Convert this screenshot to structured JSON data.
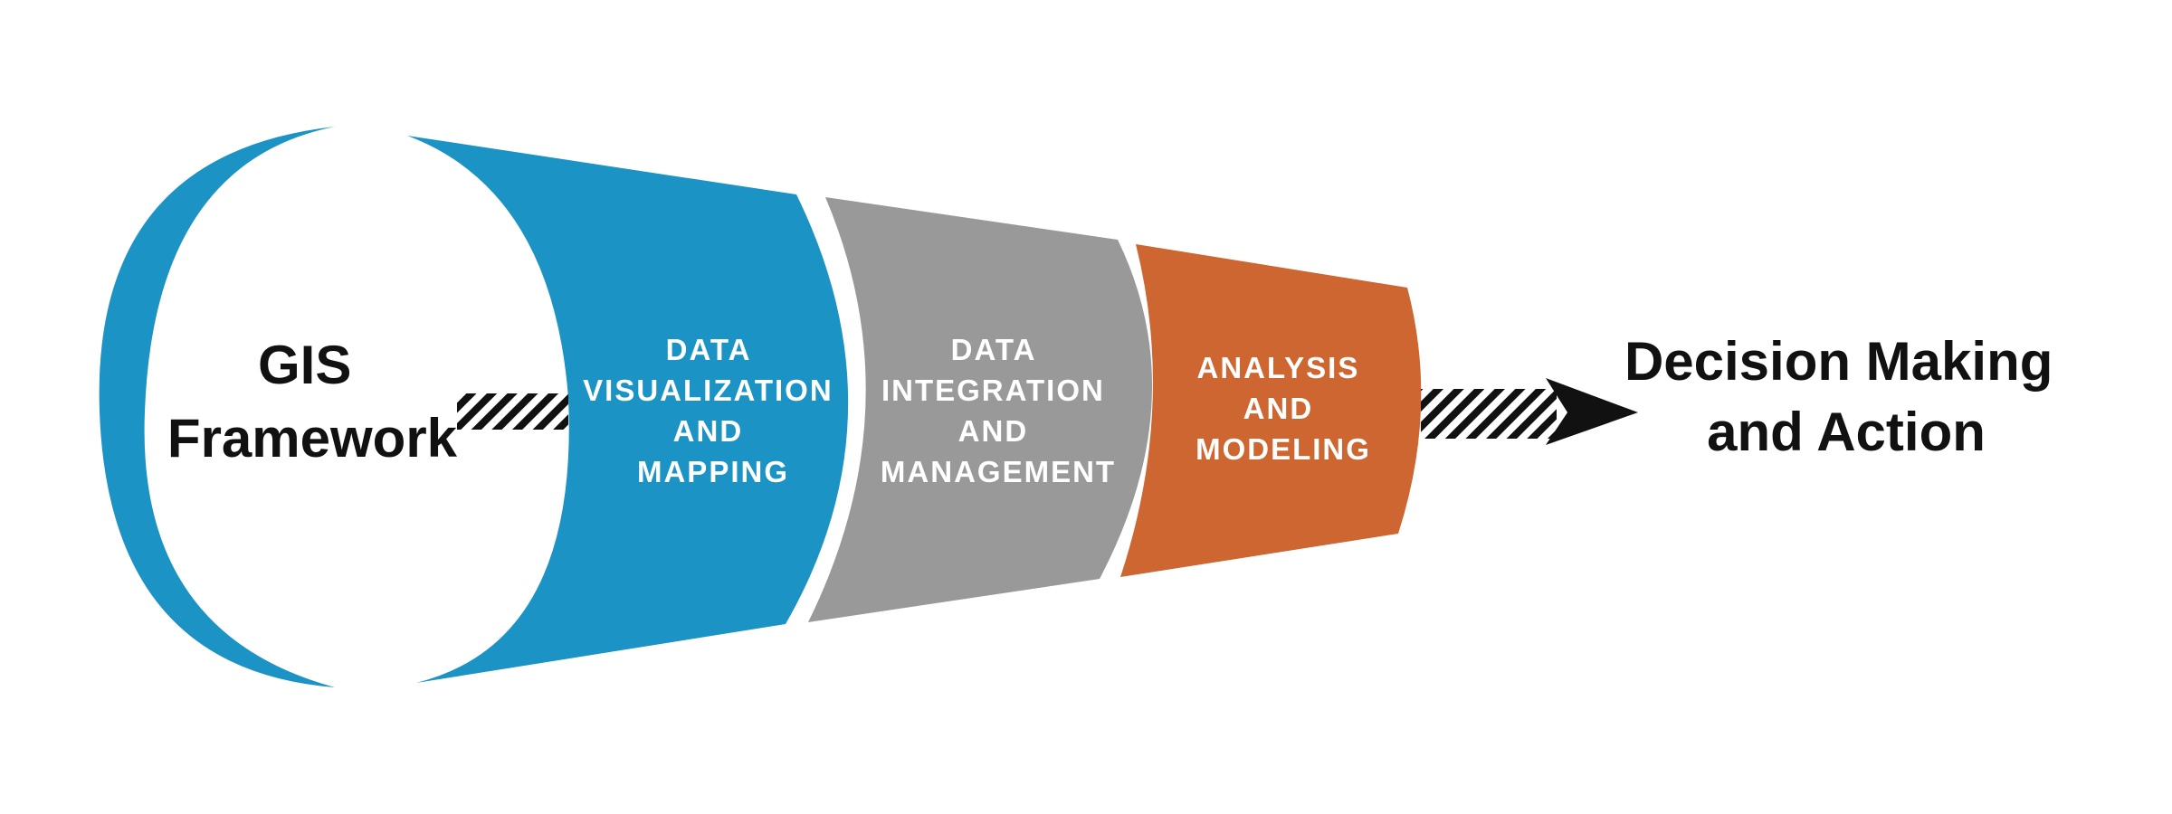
{
  "colors": {
    "blue": "#1b93c4",
    "gray": "#999999",
    "orange": "#cd6630",
    "text_dark": "#111111",
    "text_light": "#ffffff"
  },
  "source_label": [
    "GIS",
    "Framework"
  ],
  "stages": [
    {
      "lines": [
        "DATA",
        "VISUALIZATION",
        "AND",
        "MAPPING"
      ],
      "color": "#1b93c4"
    },
    {
      "lines": [
        "DATA",
        "INTEGRATION",
        "AND",
        "MANAGEMENT"
      ],
      "color": "#999999"
    },
    {
      "lines": [
        "ANALYSIS",
        "AND",
        "MODELING"
      ],
      "color": "#cd6630"
    }
  ],
  "outcome_label": [
    "Decision Making",
    "and Action"
  ],
  "icons": {
    "input_arrow": "hatched-arrow-icon",
    "output_arrow": "hatched-arrow-head-icon"
  }
}
